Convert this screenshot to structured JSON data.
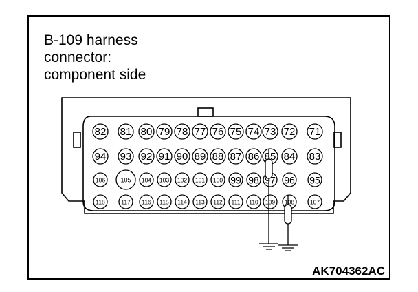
{
  "title": {
    "line1": "B-109 harness",
    "line2": "connector:",
    "line3": "component side"
  },
  "figure_code": "AK704362AC",
  "pin_rows": [
    [
      "82",
      "81",
      "80",
      "79",
      "78",
      "77",
      "76",
      "75",
      "74",
      "73",
      "72",
      "71"
    ],
    [
      "94",
      "93",
      "92",
      "91",
      "90",
      "89",
      "88",
      "87",
      "86",
      "85",
      "84",
      "83"
    ],
    [
      "106",
      "105",
      "104",
      "103",
      "102",
      "101",
      "100",
      "99",
      "98",
      "97",
      "96",
      "95"
    ],
    [
      "118",
      "117",
      "116",
      "115",
      "114",
      "113",
      "112",
      "111",
      "110",
      "109",
      "108",
      "107"
    ]
  ],
  "probes": [
    {
      "pin": "85",
      "ground": true
    },
    {
      "pin": "108",
      "ground": true
    }
  ]
}
